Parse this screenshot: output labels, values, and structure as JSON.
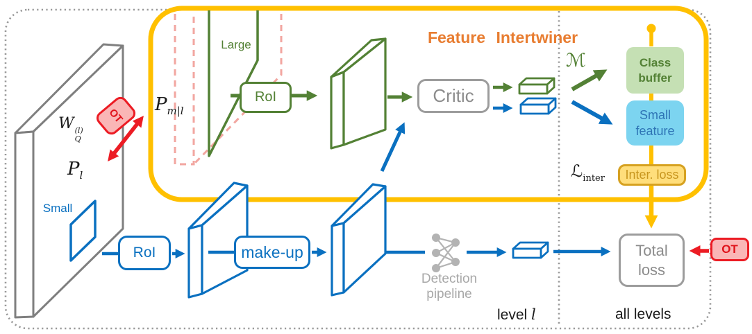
{
  "figure": {
    "title": "Feature Intertwiner"
  },
  "left_panel": {
    "weight_base": "W",
    "weight_sup": "(l)",
    "weight_sub": "Q",
    "ot_label": "OT",
    "pyramid_base": "P",
    "pyramid_sub": "l",
    "small_label": "Small"
  },
  "top_branch": {
    "large_label": "Large",
    "proposal_base": "P",
    "proposal_sub": "m|l",
    "roi_label": "RoI",
    "critic_label": "Critic",
    "map_symbol": "ℳ"
  },
  "right_panel": {
    "class_buffer_label": "Class buffer",
    "small_feature_label": "Small feature",
    "loss_base": "ℒ",
    "loss_sub": "inter",
    "inter_loss_label": "Inter. loss",
    "total_loss_label": "Total loss",
    "ot_label": "OT"
  },
  "bottom_branch": {
    "roi_label": "RoI",
    "makeup_label": "make-up",
    "detection_label": "Detection pipeline"
  },
  "footer": {
    "level_prefix": "level",
    "level_var": "l",
    "all_levels_label": "all levels"
  },
  "colors": {
    "accent_yellow": "#FFC000",
    "accent_green": "#538135",
    "accent_blue": "#0A70C0",
    "accent_orange": "#E87D31",
    "accent_red": "#EC1C24",
    "pink_dash": "#F2A6A0",
    "gray": "#8C8C8C"
  }
}
